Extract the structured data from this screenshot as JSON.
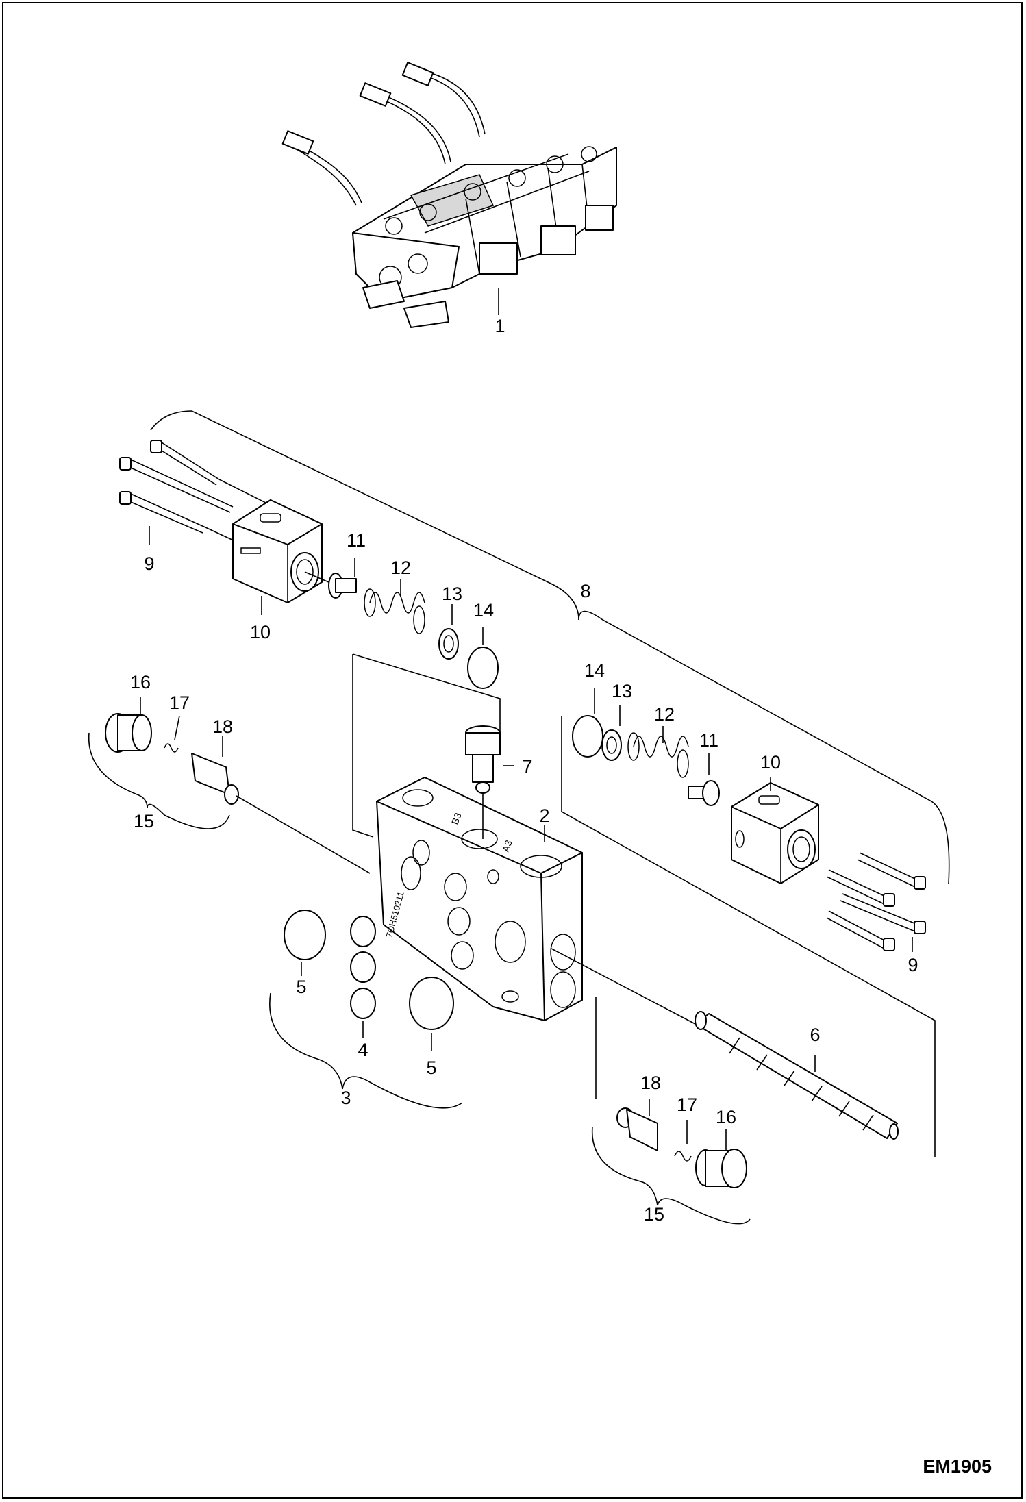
{
  "diagram": {
    "drawing_code": "EM1905",
    "callouts": [
      {
        "id": "c1",
        "text": "1"
      },
      {
        "id": "c9a",
        "text": "9"
      },
      {
        "id": "c10a",
        "text": "10"
      },
      {
        "id": "c11a",
        "text": "11"
      },
      {
        "id": "c12a",
        "text": "12"
      },
      {
        "id": "c13a",
        "text": "13"
      },
      {
        "id": "c14a",
        "text": "14"
      },
      {
        "id": "c8",
        "text": "8"
      },
      {
        "id": "c16a",
        "text": "16"
      },
      {
        "id": "c17a",
        "text": "17"
      },
      {
        "id": "c18a",
        "text": "18"
      },
      {
        "id": "c15a",
        "text": "15"
      },
      {
        "id": "c7",
        "text": "7"
      },
      {
        "id": "c2",
        "text": "2"
      },
      {
        "id": "c14b",
        "text": "14"
      },
      {
        "id": "c13b",
        "text": "13"
      },
      {
        "id": "c12b",
        "text": "12"
      },
      {
        "id": "c11b",
        "text": "11"
      },
      {
        "id": "c10b",
        "text": "10"
      },
      {
        "id": "c9b",
        "text": "9"
      },
      {
        "id": "c5a",
        "text": "5"
      },
      {
        "id": "c4",
        "text": "4"
      },
      {
        "id": "c5b",
        "text": "5"
      },
      {
        "id": "c3",
        "text": "3"
      },
      {
        "id": "c6",
        "text": "6"
      },
      {
        "id": "c18b",
        "text": "18"
      },
      {
        "id": "c17b",
        "text": "17"
      },
      {
        "id": "c16b",
        "text": "16"
      },
      {
        "id": "c15b",
        "text": "15"
      }
    ],
    "body_markings": {
      "port_b": "B3",
      "port_a": "A3",
      "part_number": "7OH510211"
    }
  }
}
